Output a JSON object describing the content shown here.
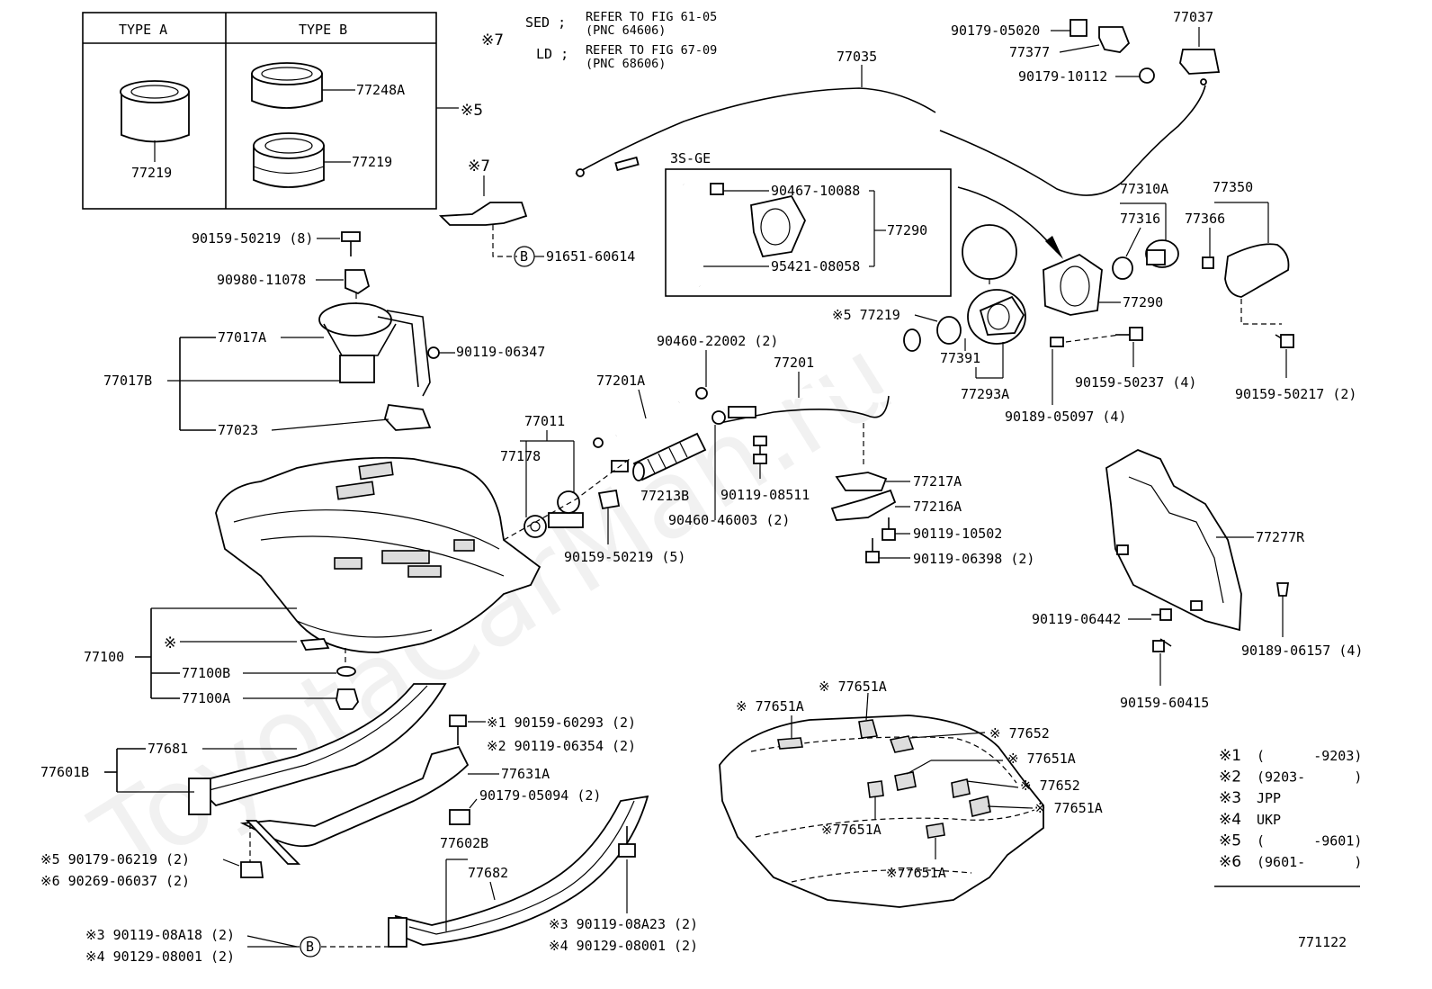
{
  "watermark": "ToyotaCarMan.ru",
  "figure_code": "771122",
  "type_box": {
    "type_a": "TYPE A",
    "type_b": "TYPE B",
    "a_part": "77219",
    "b_part1": "77248A",
    "b_part2": "77219",
    "note": "※5"
  },
  "refer_notes": {
    "mark": "※7",
    "sed_label": "SED ;",
    "sed_text1": "REFER TO FIG 61-05",
    "sed_text2": "(PNC 64606)",
    "ld_label": "LD ;",
    "ld_text1": "REFER TO FIG 67-09",
    "ld_text2": "(PNC 68606)"
  },
  "inset": {
    "title": "3S-GE",
    "p1": "90467-10088",
    "p2": "95421-08058",
    "p3": "77290"
  },
  "labels": {
    "l_90179_05020": "90179-05020",
    "l_77377": "77377",
    "l_90179_10112": "90179-10112",
    "l_77037": "77037",
    "l_77035": "77035",
    "l_m7_bracket": "※7",
    "l_90159_50219_8": "90159-50219 (8)",
    "l_90980": "90980-11078",
    "l_b_circle_top": "B",
    "l_91651": "91651-60614",
    "l_77017A": "77017A",
    "l_90119_06347": "90119-06347",
    "l_77017B": "77017B",
    "l_77023": "77023",
    "l_77310A": "77310A",
    "l_77350": "77350",
    "l_77316": "77316",
    "l_77366": "77366",
    "l_77290_main": "77290",
    "l_m5_77219": "※5 77219",
    "l_77391": "77391",
    "l_77293A": "77293A",
    "l_90159_50237": "90159-50237 (4)",
    "l_90189_05097": "90189-05097 (4)",
    "l_90159_50217": "90159-50217 (2)",
    "l_90460_22002": "90460-22002 (2)",
    "l_77201": "77201",
    "l_77201A": "77201A",
    "l_77011": "77011",
    "l_77178": "77178",
    "l_77213B": "77213B",
    "l_90119_08511": "90119-08511",
    "l_90460_46003": "90460-46003 (2)",
    "l_90159_50219_5": "90159-50219 (5)",
    "l_77217A": "77217A",
    "l_77216A": "77216A",
    "l_90119_10502": "90119-10502",
    "l_90119_06398": "90119-06398 (2)",
    "l_77277R": "77277R",
    "l_90119_06442": "90119-06442",
    "l_90189_06157": "90189-06157 (4)",
    "l_90159_60415": "90159-60415",
    "l_77100": "77100",
    "l_m_small": "※",
    "l_77100B": "77100B",
    "l_77100A": "77100A",
    "l_m1_90159_60293": "※1 90159-60293 (2)",
    "l_m2_90119_06354": "※2 90119-06354 (2)",
    "l_77681": "77681",
    "l_77601B": "77601B",
    "l_77631A": "77631A",
    "l_90179_05094": "90179-05094 (2)",
    "l_77602B": "77602B",
    "l_77682": "77682",
    "l_m5_90179_06219": "※5 90179-06219 (2)",
    "l_m6_90269_06037": "※6 90269-06037 (2)",
    "l_m3_90119_08A18": "※3 90119-08A18 (2)",
    "l_m4_90129_08001_l": "※4 90129-08001 (2)",
    "l_b_circle_bottom": "B",
    "l_m3_90119_08A23": "※3 90119-08A23 (2)",
    "l_m4_90129_08001_r": "※4 90129-08001 (2)",
    "l_pad1": "※ 77651A",
    "l_pad2": "※ 77651A",
    "l_pad3": "※ 77652",
    "l_pad4": "※ 77651A",
    "l_pad5": "※ 77652",
    "l_pad6": "※ 77651A",
    "l_pad7": "※77651A",
    "l_pad8": "※77651A"
  },
  "legend": [
    {
      "mark": "※1",
      "text": "(      -9203)"
    },
    {
      "mark": "※2",
      "text": "(9203-      )"
    },
    {
      "mark": "※3",
      "text": "JPP"
    },
    {
      "mark": "※4",
      "text": "UKP"
    },
    {
      "mark": "※5",
      "text": "(      -9601)"
    },
    {
      "mark": "※6",
      "text": "(9601-      )"
    }
  ]
}
